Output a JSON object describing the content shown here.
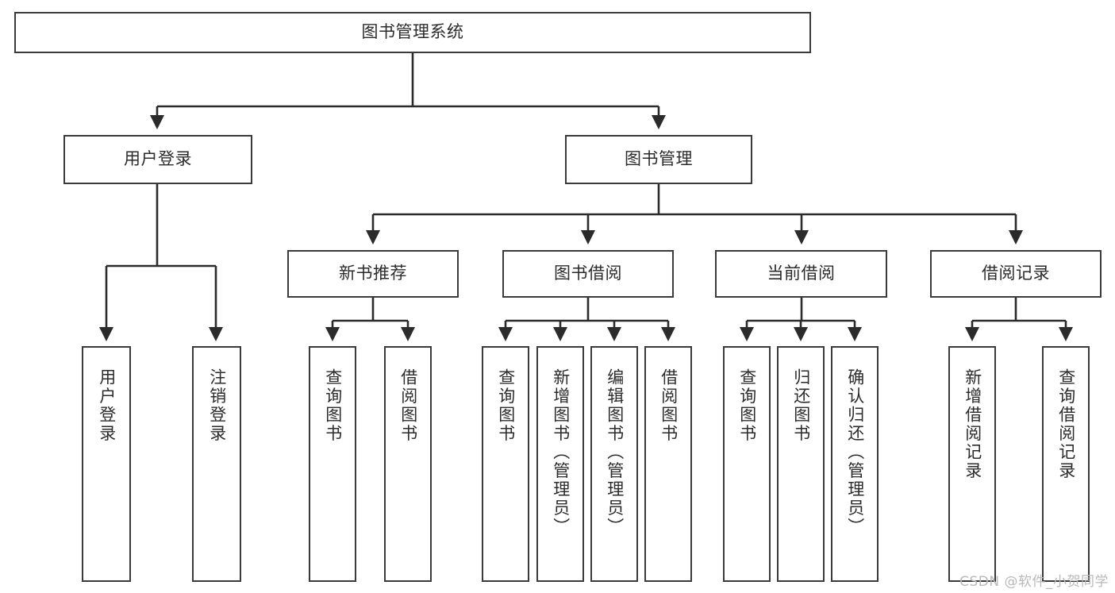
{
  "diagram": {
    "title": "图书管理系统",
    "type": "tree-hierarchy-diagram",
    "colors": {
      "box_border": "#3a3a3a",
      "box_fill": "#ffffff",
      "text": "#2b2b2b",
      "edge": "#2b2b2b",
      "watermark": "#b9b9b9",
      "background": "#ffffff"
    },
    "root": {
      "label": "图书管理系统"
    },
    "level2": [
      {
        "label": "用户登录"
      },
      {
        "label": "图书管理"
      }
    ],
    "level3": [
      {
        "label": "新书推荐"
      },
      {
        "label": "图书借阅"
      },
      {
        "label": "当前借阅"
      },
      {
        "label": "借阅记录"
      }
    ],
    "leaves": {
      "user_login": [
        {
          "label": "用户登录"
        },
        {
          "label": "注销登录"
        }
      ],
      "new_book_recommend": [
        {
          "label": "查询图书"
        },
        {
          "label": "借阅图书"
        }
      ],
      "book_borrow": [
        {
          "label": "查询图书"
        },
        {
          "label": "新增图书（管理员）"
        },
        {
          "label": "编辑图书（管理员）"
        },
        {
          "label": "借阅图书"
        }
      ],
      "current_borrow": [
        {
          "label": "查询图书"
        },
        {
          "label": "归还图书"
        },
        {
          "label": "确认归还（管理员）"
        }
      ],
      "borrow_record": [
        {
          "label": "新增借阅记录"
        },
        {
          "label": "查询借阅记录"
        }
      ]
    }
  },
  "watermark": {
    "text": "CSDN @软件_小贺同学"
  }
}
